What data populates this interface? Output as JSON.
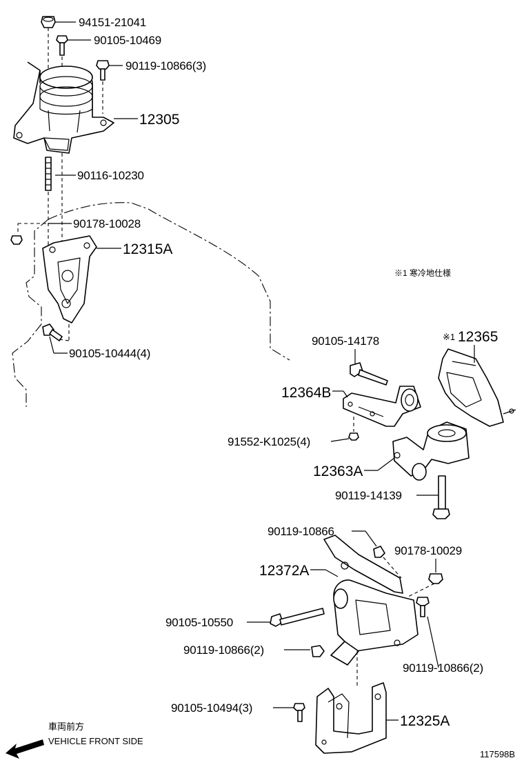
{
  "labels": {
    "p94151_21041": "94151-21041",
    "p90105_10469": "90105-10469",
    "p90119_10866_3": "90119-10866(3)",
    "p12305": "12305",
    "p90116_10230": "90116-10230",
    "p90178_10028": "90178-10028",
    "p12315A": "12315A",
    "p90105_10444_4": "90105-10444(4)",
    "p90105_14178": "90105-14178",
    "p12365": "12365",
    "p12364B": "12364B",
    "p91552_K1025_4": "91552-K1025(4)",
    "p12363A": "12363A",
    "p90119_14139": "90119-14139",
    "p90119_10866": "90119-10866",
    "p90178_10029": "90178-10029",
    "p12372A": "12372A",
    "p90105_10550": "90105-10550",
    "p90119_10866_2a": "90119-10866(2)",
    "p90119_10866_2b": "90119-10866(2)",
    "p90105_10494_3": "90105-10494(3)",
    "p12325A": "12325A"
  },
  "note": {
    "mark": "※1",
    "cold_spec": "※1 寒冷地仕様"
  },
  "front": {
    "jp": "車両前方",
    "en": "VEHICLE FRONT SIDE",
    "arrow_icon": "left-arrow-icon"
  },
  "diagram_id": "117598B"
}
